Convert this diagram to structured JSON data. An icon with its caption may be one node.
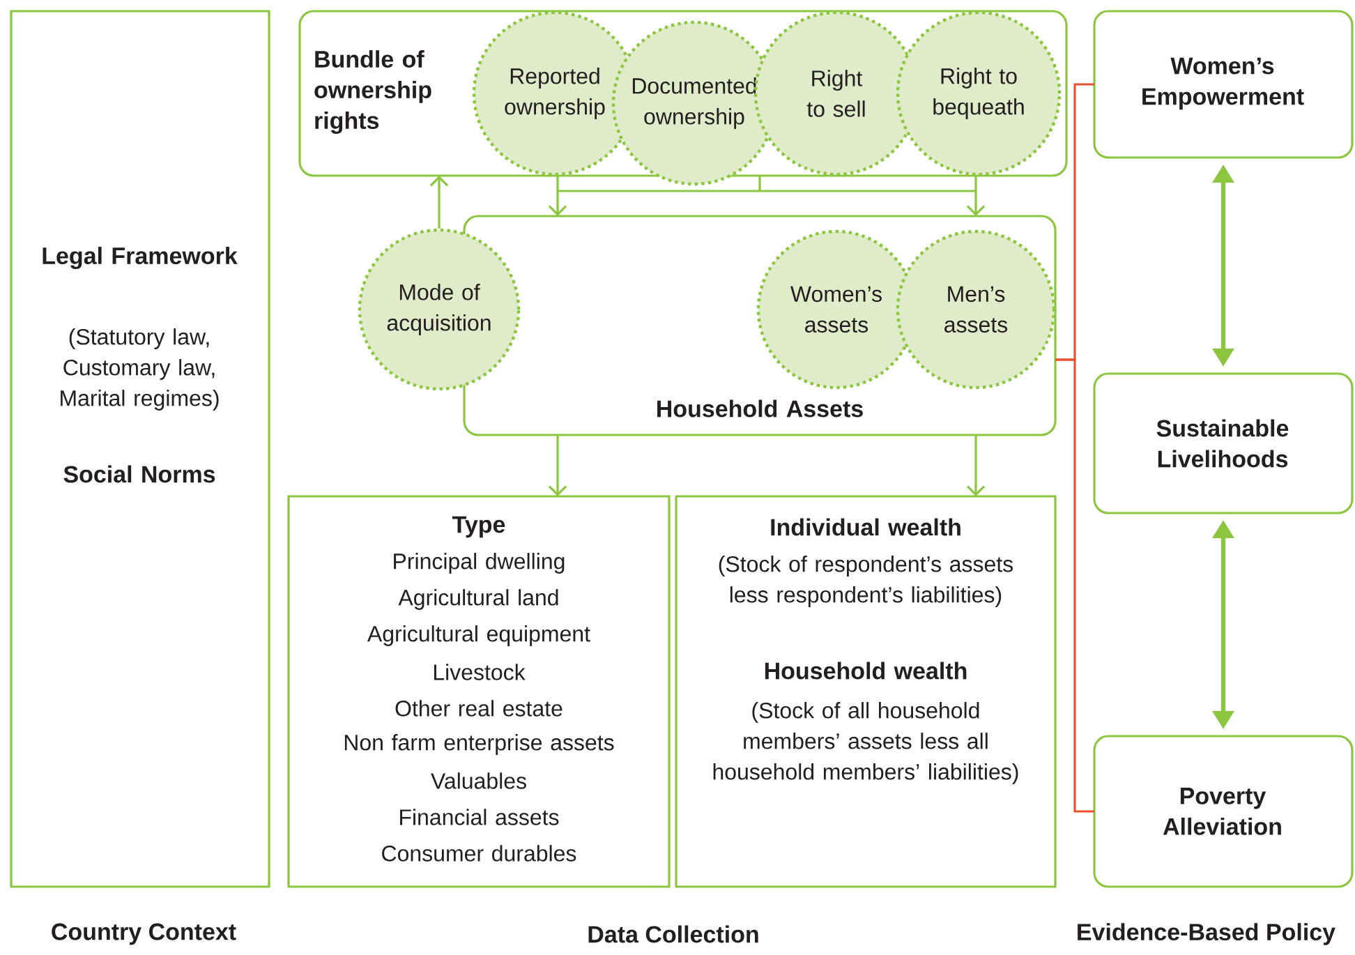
{
  "diagram": {
    "nodes": [
      {
        "text": [
          "Legal Framework",
          "(Statutory law, Customary law, Marital regimes)",
          "Social Norms"
        ]
      },
      {
        "text": [
          "Bundle of ownership rights"
        ]
      },
      {
        "text": [
          "Reported ownership"
        ],
        "in": 1
      },
      {
        "text": [
          "Documented ownership"
        ],
        "in": 1
      },
      {
        "text": [
          "Right to sell"
        ],
        "in": 1
      },
      {
        "text": [
          "Right to bequeath"
        ],
        "in": 1
      },
      {
        "text": [
          "Household Assets"
        ]
      },
      {
        "text": [
          "Mode of acquisition"
        ]
      },
      {
        "text": [
          "Women’s assets"
        ],
        "in": 6
      },
      {
        "text": [
          "Men’s assets"
        ],
        "in": 6
      },
      {
        "text": [
          "Type",
          "Principal dwelling",
          "Agricultural land",
          "Agricultural equipment",
          "Livestock",
          "Other real estate",
          "Non farm enterprise assets",
          "Valuables",
          "Financial assets",
          "Consumer durables"
        ]
      },
      {
        "text": [
          "Individual wealth",
          "(Stock of respondent’s assets less respondent’s liabilities)",
          "Household wealth",
          "(Stock of all household members’ assets less all household members’ liabilities)"
        ]
      },
      {
        "text": [
          "Women’s Empowerment"
        ]
      },
      {
        "text": [
          "Sustainable Livelihoods"
        ]
      },
      {
        "text": [
          "Poverty Alleviation"
        ]
      }
    ],
    "edges": [
      {
        "from": 7,
        "to": 1,
        "arrow": "to"
      },
      {
        "from": 1,
        "to": 6,
        "arrow": "to"
      },
      {
        "from": 1,
        "to": 6,
        "arrow": "to"
      },
      {
        "from": 6,
        "to": 10,
        "arrow": "to"
      },
      {
        "from": 6,
        "to": 11,
        "arrow": "to"
      },
      {
        "from": 12,
        "to": 13,
        "arrow": "both",
        "style": "thick"
      },
      {
        "from": 13,
        "to": 14,
        "arrow": "both",
        "style": "thick"
      },
      {
        "from": 6,
        "to": 12,
        "arrow": "none",
        "color": "#e8502e"
      },
      {
        "from": 6,
        "to": 14,
        "arrow": "none",
        "color": "#e8502e"
      }
    ],
    "labels": [
      "Country Context",
      "Data Collection",
      "Evidence-Based Policy"
    ]
  }
}
